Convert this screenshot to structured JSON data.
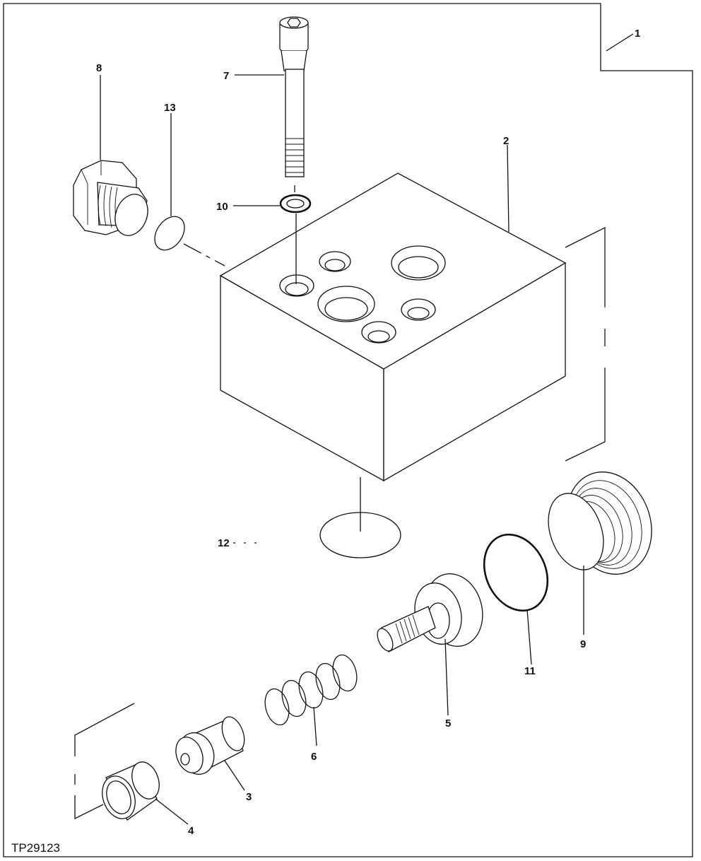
{
  "figure_code": "TP29123",
  "callouts": {
    "c1": "1",
    "c2": "2",
    "c3": "3",
    "c4": "4",
    "c5": "5",
    "c6": "6",
    "c7": "7",
    "c8": "8",
    "c9": "9",
    "c10": "10",
    "c11": "11",
    "c12": "12",
    "c13": "13"
  },
  "parts": [
    {
      "id": "1",
      "name": "assembly"
    },
    {
      "id": "2",
      "name": "valve-body"
    },
    {
      "id": "3",
      "name": "poppet"
    },
    {
      "id": "4",
      "name": "sleeve"
    },
    {
      "id": "5",
      "name": "piston"
    },
    {
      "id": "6",
      "name": "spring"
    },
    {
      "id": "7",
      "name": "cap-screw"
    },
    {
      "id": "8",
      "name": "plug"
    },
    {
      "id": "9",
      "name": "plug"
    },
    {
      "id": "10",
      "name": "washer"
    },
    {
      "id": "11",
      "name": "o-ring"
    },
    {
      "id": "12",
      "name": "o-ring"
    },
    {
      "id": "13",
      "name": "o-ring"
    }
  ]
}
